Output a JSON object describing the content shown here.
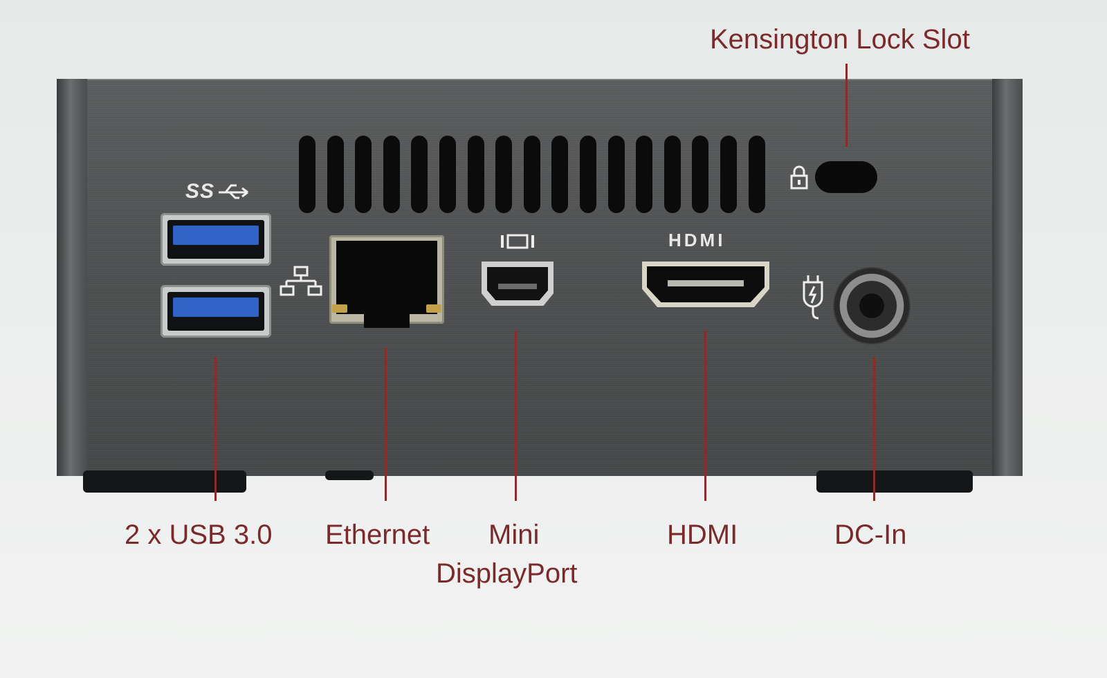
{
  "labels": {
    "kensington": "Kensington Lock Slot",
    "usb": "2 x USB 3.0",
    "ethernet": "Ethernet",
    "mini_line1": "Mini",
    "mini_line2": "DisplayPort",
    "hdmi": "HDMI",
    "dc_in": "DC-In"
  },
  "device_marks": {
    "usb_logo": "SS",
    "hdmi_logo": "HDMI"
  },
  "colors": {
    "label_text": "#7a2a2a",
    "pointer": "#8b2b2b",
    "usb_tongue": "#2f63c6"
  },
  "icons": [
    "usb-superspeed-icon",
    "network-icon",
    "displayport-icon",
    "hdmi-logo-icon",
    "lock-icon",
    "power-plug-icon"
  ]
}
